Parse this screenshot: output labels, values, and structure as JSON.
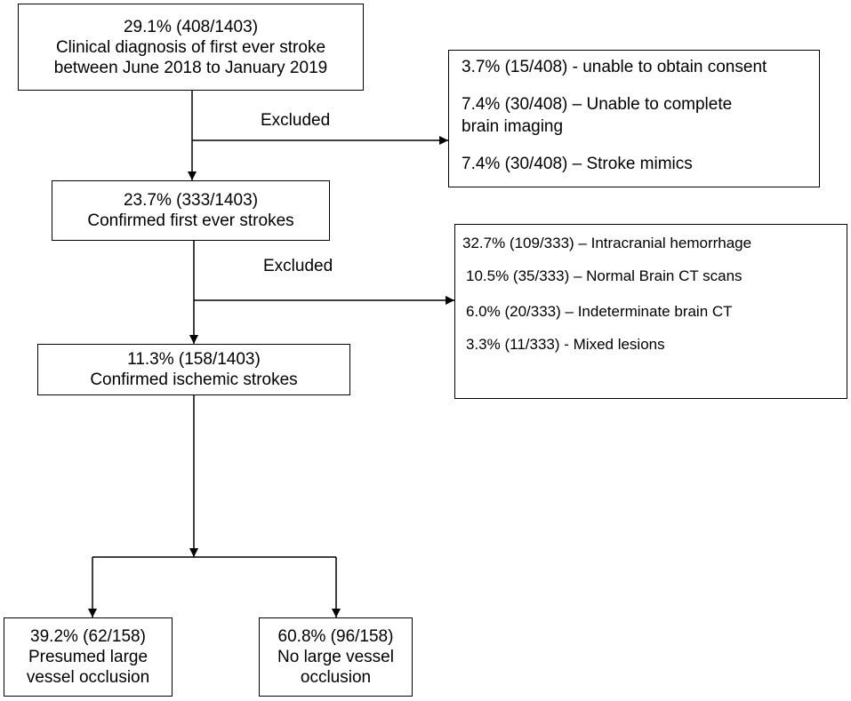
{
  "colors": {
    "line": "#000000",
    "background": "#ffffff",
    "text": "#000000"
  },
  "boxes": {
    "clinical": [
      "29.1% (408/1403)",
      "Clinical diagnosis of first ever stroke",
      "between June 2018 to January 2019"
    ],
    "confirmed_first": [
      "23.7% (333/1403)",
      "Confirmed first ever strokes"
    ],
    "ischemic": [
      "11.3% (158/1403)",
      "Confirmed ischemic strokes"
    ],
    "lvo": [
      "39.2% (62/158)",
      "Presumed large",
      "vessel occlusion"
    ],
    "no_lvo": [
      "60.8% (96/158)",
      "No large vessel",
      "occlusion"
    ]
  },
  "exclusions_1": {
    "label": "Excluded",
    "items": [
      [
        "3.7% (15/408) - unable to obtain consent"
      ],
      [
        "7.4% (30/408) – Unable to complete",
        "brain imaging"
      ],
      [
        "7.4% (30/408) – Stroke mimics"
      ]
    ]
  },
  "exclusions_2": {
    "label": "Excluded",
    "items": [
      "32.7% (109/333) – Intracranial hemorrhage",
      "10.5% (35/333) – Normal Brain CT scans",
      "6.0% (20/333) – Indeterminate brain CT",
      "3.3% (11/333) - Mixed lesions"
    ]
  }
}
